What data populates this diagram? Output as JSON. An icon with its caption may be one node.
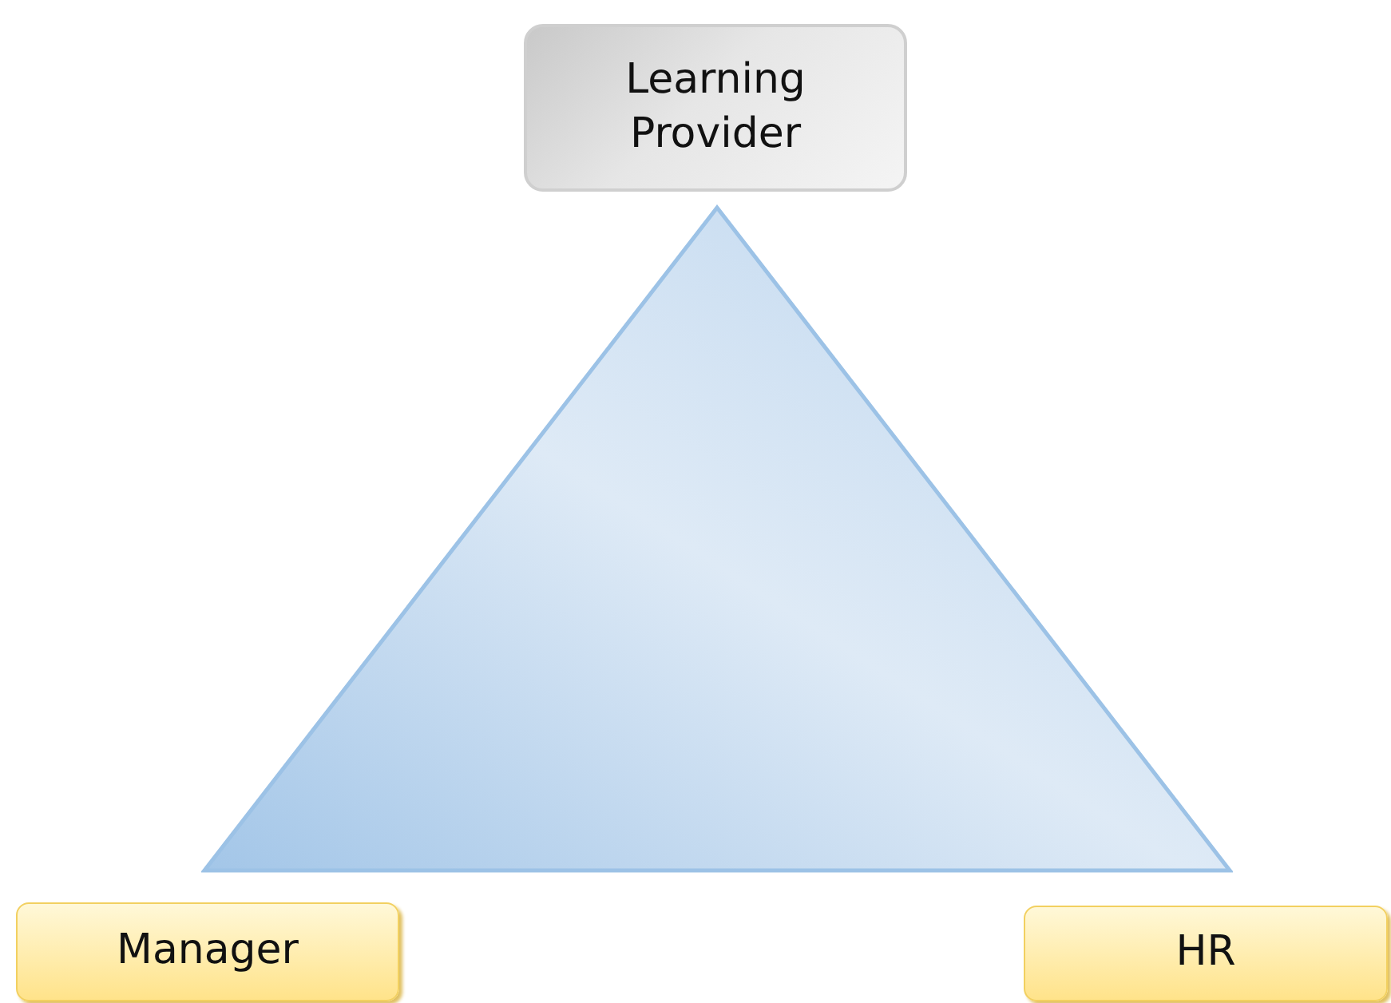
{
  "diagram": {
    "nodes": [
      {
        "text": [
          "Learning Provider"
        ]
      },
      {
        "text": [],
        "shape": "triangle"
      },
      {
        "text": [
          "Manager"
        ]
      },
      {
        "text": [
          "HR"
        ]
      }
    ]
  }
}
